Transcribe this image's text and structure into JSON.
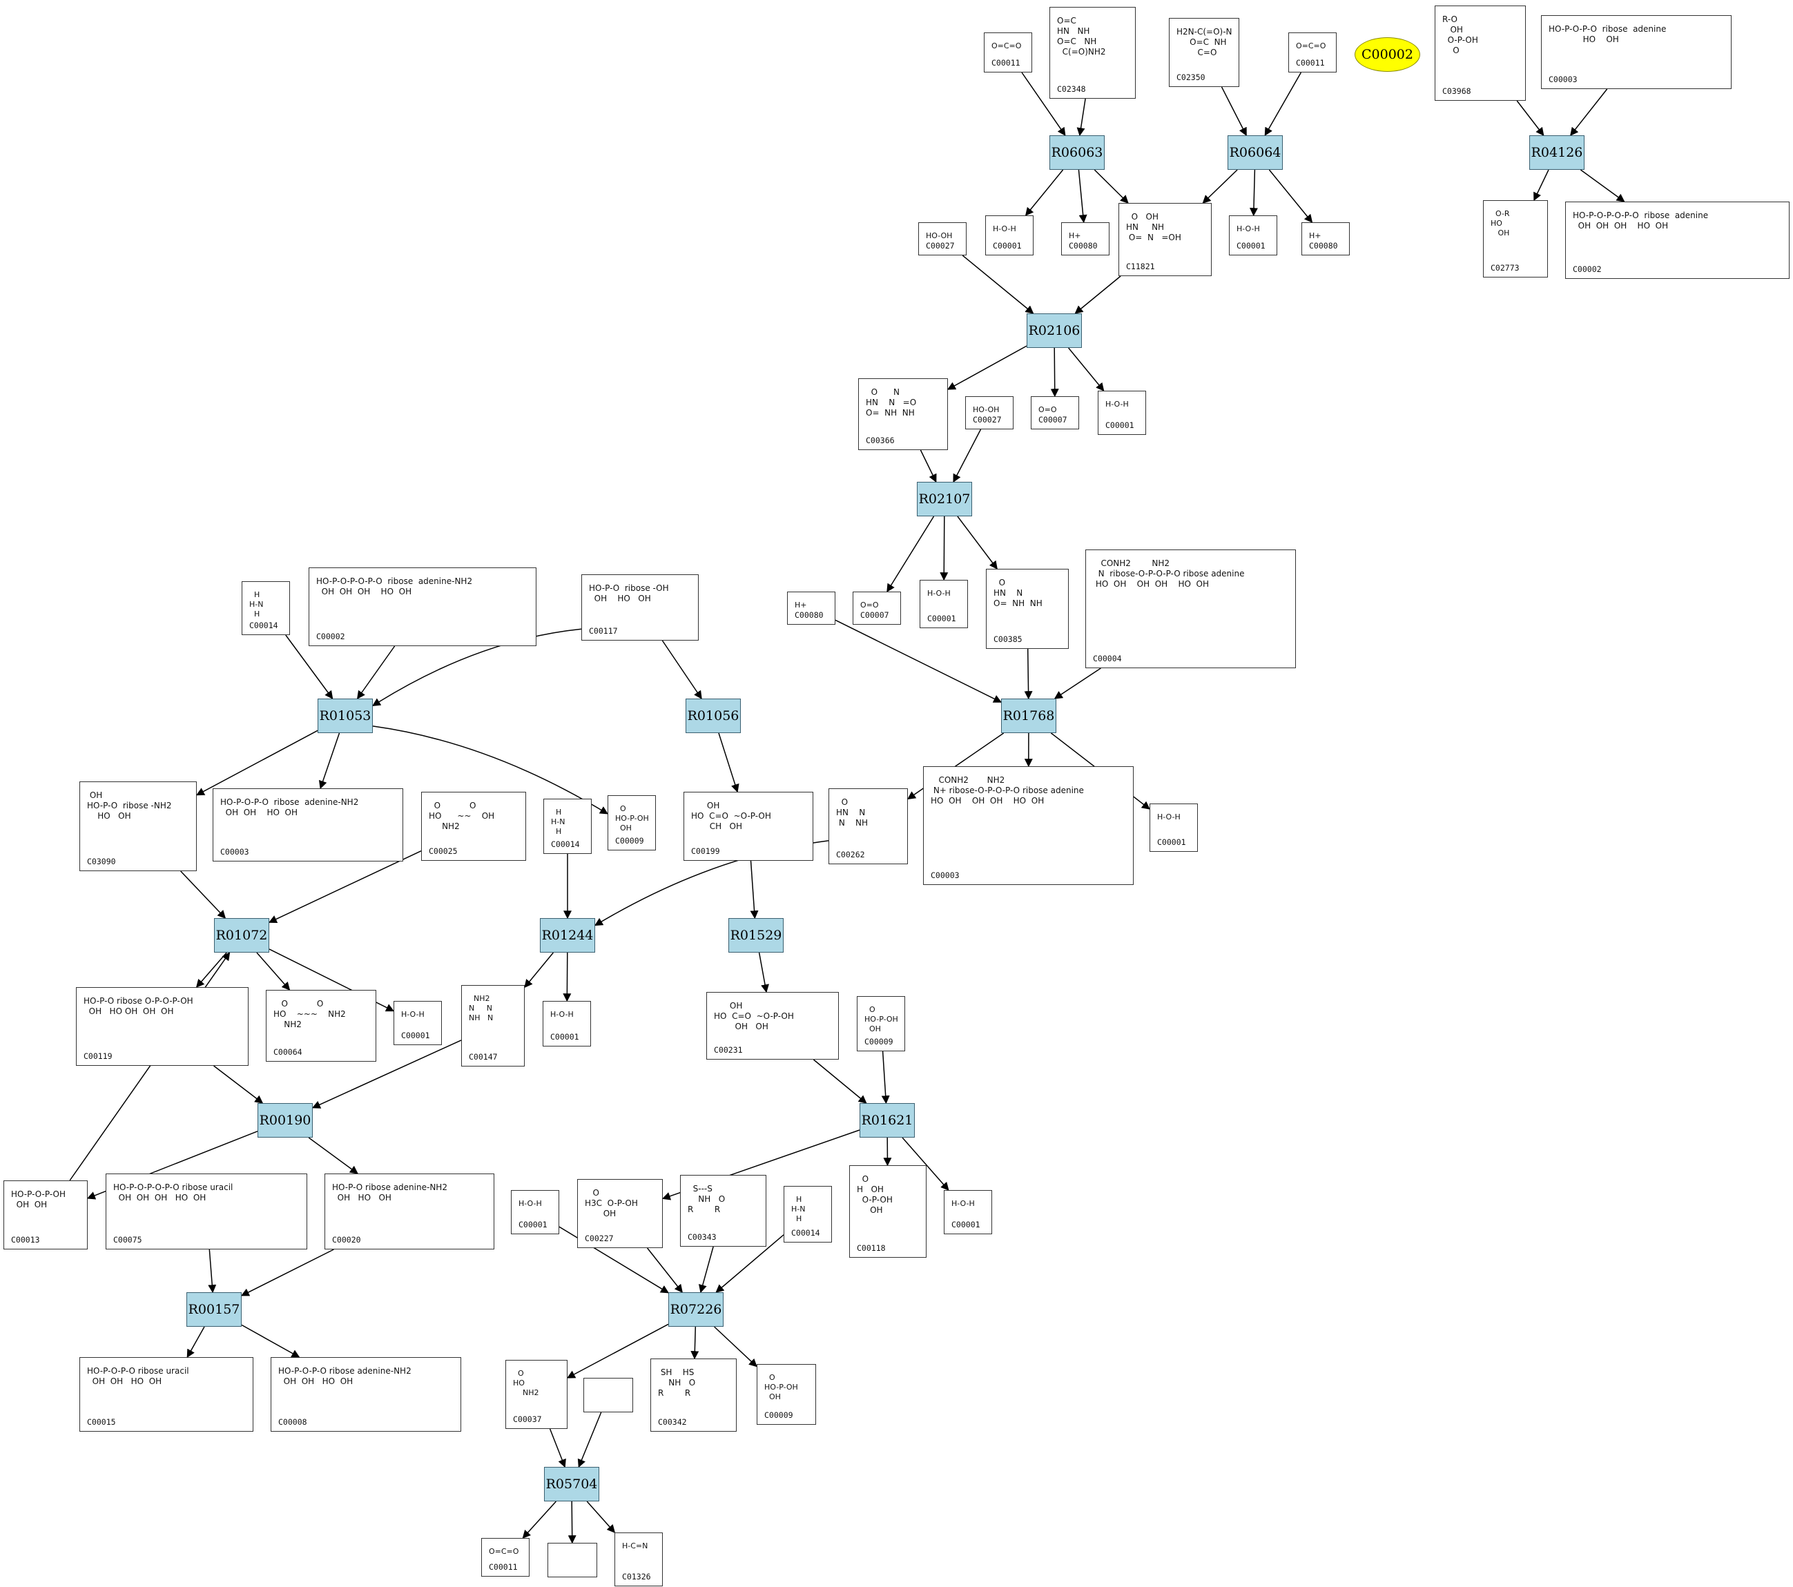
{
  "highlight": {
    "id": "C00002",
    "fill": "#ffff00"
  },
  "colors": {
    "reaction_fill": "#add8e6",
    "edge": "#000000"
  },
  "reactions": [
    {
      "id": "R06063"
    },
    {
      "id": "R06064"
    },
    {
      "id": "R04126"
    },
    {
      "id": "R02106"
    },
    {
      "id": "R02107"
    },
    {
      "id": "R01053"
    },
    {
      "id": "R01056"
    },
    {
      "id": "R01768"
    },
    {
      "id": "R01072"
    },
    {
      "id": "R01244"
    },
    {
      "id": "R01529"
    },
    {
      "id": "R00190"
    },
    {
      "id": "R01621"
    },
    {
      "id": "R00157"
    },
    {
      "id": "R07226"
    },
    {
      "id": "R05704"
    }
  ],
  "compounds": [
    {
      "key": "c0",
      "label": "C00011",
      "formula": "O=C=O"
    },
    {
      "key": "c1",
      "label": "C02348",
      "formula": "O=C\nHN   NH\nO=C   NH\n  C(=O)NH2"
    },
    {
      "key": "c2",
      "label": "C02350",
      "formula": "H2N-C(=O)-N\n     O=C  NH\n        C=O"
    },
    {
      "key": "c3",
      "label": "C00011",
      "formula": "O=C=O"
    },
    {
      "key": "c4",
      "label": "C03968",
      "formula": "R-O\n   OH\n  O-P-OH\n    O"
    },
    {
      "key": "c5",
      "label": "C00003",
      "formula": "HO-P-O-P-O  ribose  adenine\n             HO    OH"
    },
    {
      "key": "c6",
      "label": "C00001",
      "formula": "H-O-H"
    },
    {
      "key": "c7",
      "label": "C00080",
      "formula": "H+"
    },
    {
      "key": "c8",
      "label": "C11821",
      "formula": "  O   OH\nHN     NH\n O=  N   =OH"
    },
    {
      "key": "c9",
      "label": "C00001",
      "formula": "H-O-H"
    },
    {
      "key": "c10",
      "label": "C00080",
      "formula": "H+"
    },
    {
      "key": "c11",
      "label": "C02773",
      "formula": "  O-R\nHO\n   OH"
    },
    {
      "key": "c12",
      "label": "C00002",
      "formula": "HO-P-O-P-O-P-O  ribose  adenine\n  OH  OH  OH    HO  OH"
    },
    {
      "key": "c13",
      "label": "C00027",
      "formula": "HO-OH"
    },
    {
      "key": "c14",
      "label": "C00366",
      "formula": "  O      N\nHN    N   =O\nO=  NH  NH"
    },
    {
      "key": "c15",
      "label": "C00027",
      "formula": "HO-OH"
    },
    {
      "key": "c16",
      "label": "C00007",
      "formula": "O=O"
    },
    {
      "key": "c17",
      "label": "C00001",
      "formula": "H-O-H"
    },
    {
      "key": "c18",
      "label": "C00014",
      "formula": "  H\nH-N\n  H"
    },
    {
      "key": "c19",
      "label": "C00002",
      "formula": "HO-P-O-P-O-P-O  ribose  adenine-NH2\n  OH  OH  OH    HO  OH"
    },
    {
      "key": "c20",
      "label": "C00117",
      "formula": "HO-P-O  ribose -OH\n  OH    HO   OH"
    },
    {
      "key": "c21",
      "label": "C00080",
      "formula": "H+"
    },
    {
      "key": "c22",
      "label": "C00007",
      "formula": "O=O"
    },
    {
      "key": "c23",
      "label": "C00001",
      "formula": "H-O-H"
    },
    {
      "key": "c24",
      "label": "C00385",
      "formula": "  O\nHN    N\nO=  NH  NH"
    },
    {
      "key": "c25",
      "label": "C00004",
      "formula": "   CONH2        NH2\n  N  ribose-O-P-O-P-O ribose adenine\n HO  OH    OH  OH    HO  OH"
    },
    {
      "key": "c26",
      "label": "C03090",
      "formula": " OH\nHO-P-O  ribose -NH2\n    HO   OH"
    },
    {
      "key": "c27",
      "label": "C00003",
      "formula": "HO-P-O-P-O  ribose  adenine-NH2\n  OH  OH    HO  OH"
    },
    {
      "key": "c28",
      "label": "C00025",
      "formula": "  O           O\nHO      ~~    OH\n     NH2"
    },
    {
      "key": "c29",
      "label": "C00014",
      "formula": "  H\nH-N\n  H"
    },
    {
      "key": "c30",
      "label": "C00009",
      "formula": "  O\nHO-P-OH\n  OH"
    },
    {
      "key": "c31",
      "label": "C00199",
      "formula": "      OH\nHO  C=O  ~O-P-OH\n       CH   OH"
    },
    {
      "key": "c32",
      "label": "C00262",
      "formula": "  O\nHN    N\n N    NH"
    },
    {
      "key": "c33",
      "label": "C00003",
      "formula": "   CONH2       NH2\n N+ ribose-O-P-O-P-O ribose adenine\nHO  OH    OH  OH    HO  OH"
    },
    {
      "key": "c34",
      "label": "C00001",
      "formula": "H-O-H"
    },
    {
      "key": "c35",
      "label": "C00119",
      "formula": "HO-P-O ribose O-P-O-P-OH\n  OH   HO OH  OH  OH"
    },
    {
      "key": "c36",
      "label": "C00064",
      "formula": "   O           O\nHO    ~~~    NH2\n    NH2"
    },
    {
      "key": "c37",
      "label": "C00001",
      "formula": "H-O-H"
    },
    {
      "key": "c38",
      "label": "C00147",
      "formula": "  NH2\nN     N\nNH   N"
    },
    {
      "key": "c39",
      "label": "C00001",
      "formula": "H-O-H"
    },
    {
      "key": "c40",
      "label": "C00231",
      "formula": "      OH\nHO  C=O  ~O-P-OH\n        OH   OH"
    },
    {
      "key": "c41",
      "label": "C00009",
      "formula": "  O\nHO-P-OH\n  OH"
    },
    {
      "key": "c42",
      "label": "C00013",
      "formula": "HO-P-O-P-OH\n  OH  OH"
    },
    {
      "key": "c43",
      "label": "C00075",
      "formula": "HO-P-O-P-O-P-O ribose uracil\n  OH  OH  OH   HO  OH"
    },
    {
      "key": "c44",
      "label": "C00020",
      "formula": "HO-P-O ribose adenine-NH2\n  OH   HO   OH"
    },
    {
      "key": "c45",
      "label": "C00001",
      "formula": "H-O-H"
    },
    {
      "key": "c46",
      "label": "C00227",
      "formula": "   O\nH3C  O-P-OH\n       OH"
    },
    {
      "key": "c47",
      "label": "C00343",
      "formula": "  S---S\n    NH   O\nR        R"
    },
    {
      "key": "c48",
      "label": "C00014",
      "formula": "  H\nH-N\n  H"
    },
    {
      "key": "c49",
      "label": "C00118",
      "formula": "  O\nH   OH\n  O-P-OH\n     OH"
    },
    {
      "key": "c50",
      "label": "C00001",
      "formula": "H-O-H"
    },
    {
      "key": "c51",
      "label": "C00015",
      "formula": "HO-P-O-P-O ribose uracil\n  OH  OH   HO  OH"
    },
    {
      "key": "c52",
      "label": "C00008",
      "formula": "HO-P-O-P-O ribose adenine-NH2\n  OH  OH   HO  OH"
    },
    {
      "key": "c53",
      "label": "C00037",
      "formula": "  O\nHO\n    NH2"
    },
    {
      "key": "c54",
      "label": "",
      "formula": ""
    },
    {
      "key": "c55",
      "label": "C00342",
      "formula": " SH    HS\n    NH   O\nR        R"
    },
    {
      "key": "c56",
      "label": "C00009",
      "formula": "  O\nHO-P-OH\n  OH"
    },
    {
      "key": "c57",
      "label": "C00011",
      "formula": "O=C=O"
    },
    {
      "key": "c58",
      "label": "",
      "formula": ""
    },
    {
      "key": "c59",
      "label": "C01326",
      "formula": "H-C=N"
    }
  ]
}
